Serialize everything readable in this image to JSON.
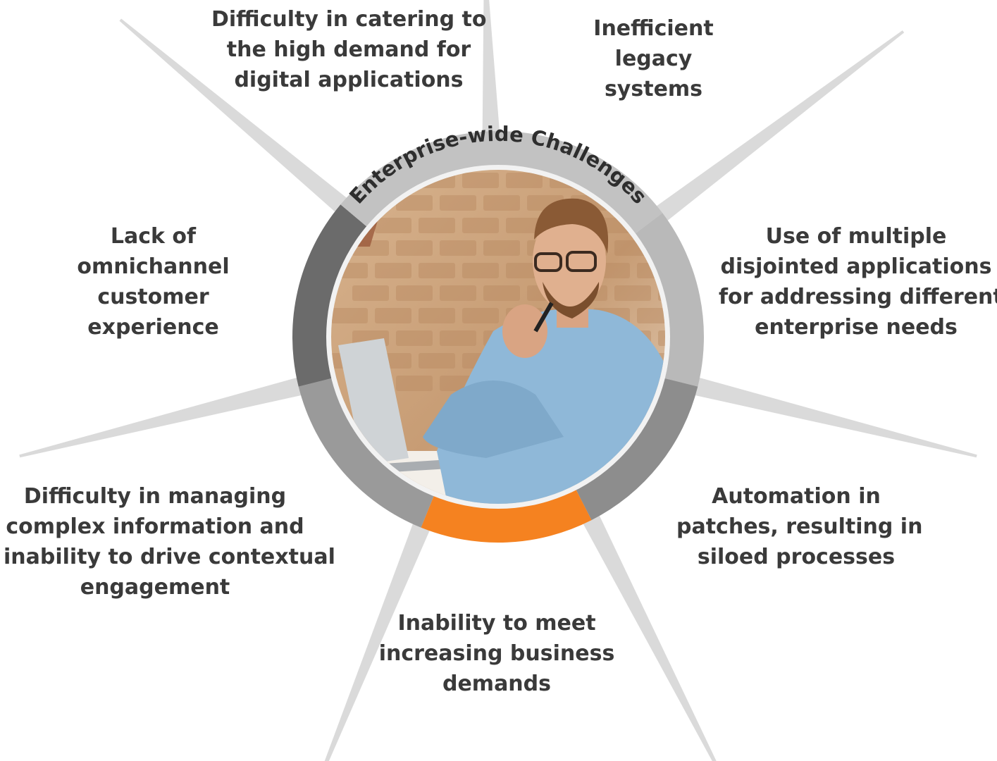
{
  "center": {
    "title": "Enterprise-wide Challenges",
    "photo_icon": "person-at-laptop-photo",
    "colors": {
      "ring_dark": "#6b6b6b",
      "ring_light": "#b9b9b9",
      "accent": "#f58220",
      "text": "#3a3a3a"
    }
  },
  "challenges": [
    {
      "id": "top-left",
      "lines": [
        "Difficulty in catering to",
        "the high demand for",
        "digital applications"
      ]
    },
    {
      "id": "top-right",
      "lines": [
        "Inefficient",
        "legacy",
        "systems"
      ]
    },
    {
      "id": "left",
      "lines": [
        "Lack of",
        "omnichannel",
        "customer",
        "experience"
      ]
    },
    {
      "id": "right",
      "lines": [
        "Use of multiple",
        "disjointed applications",
        "for addressing different",
        "enterprise needs"
      ]
    },
    {
      "id": "bot-left",
      "lines": [
        "Difficulty in managing",
        "complex information and",
        "inability to drive contextual",
        "engagement"
      ]
    },
    {
      "id": "bot-right",
      "lines": [
        "Automation in",
        "patches, resulting in",
        "siloed processes"
      ]
    },
    {
      "id": "bottom",
      "lines": [
        "Inability to meet",
        "increasing business",
        "demands"
      ]
    }
  ]
}
